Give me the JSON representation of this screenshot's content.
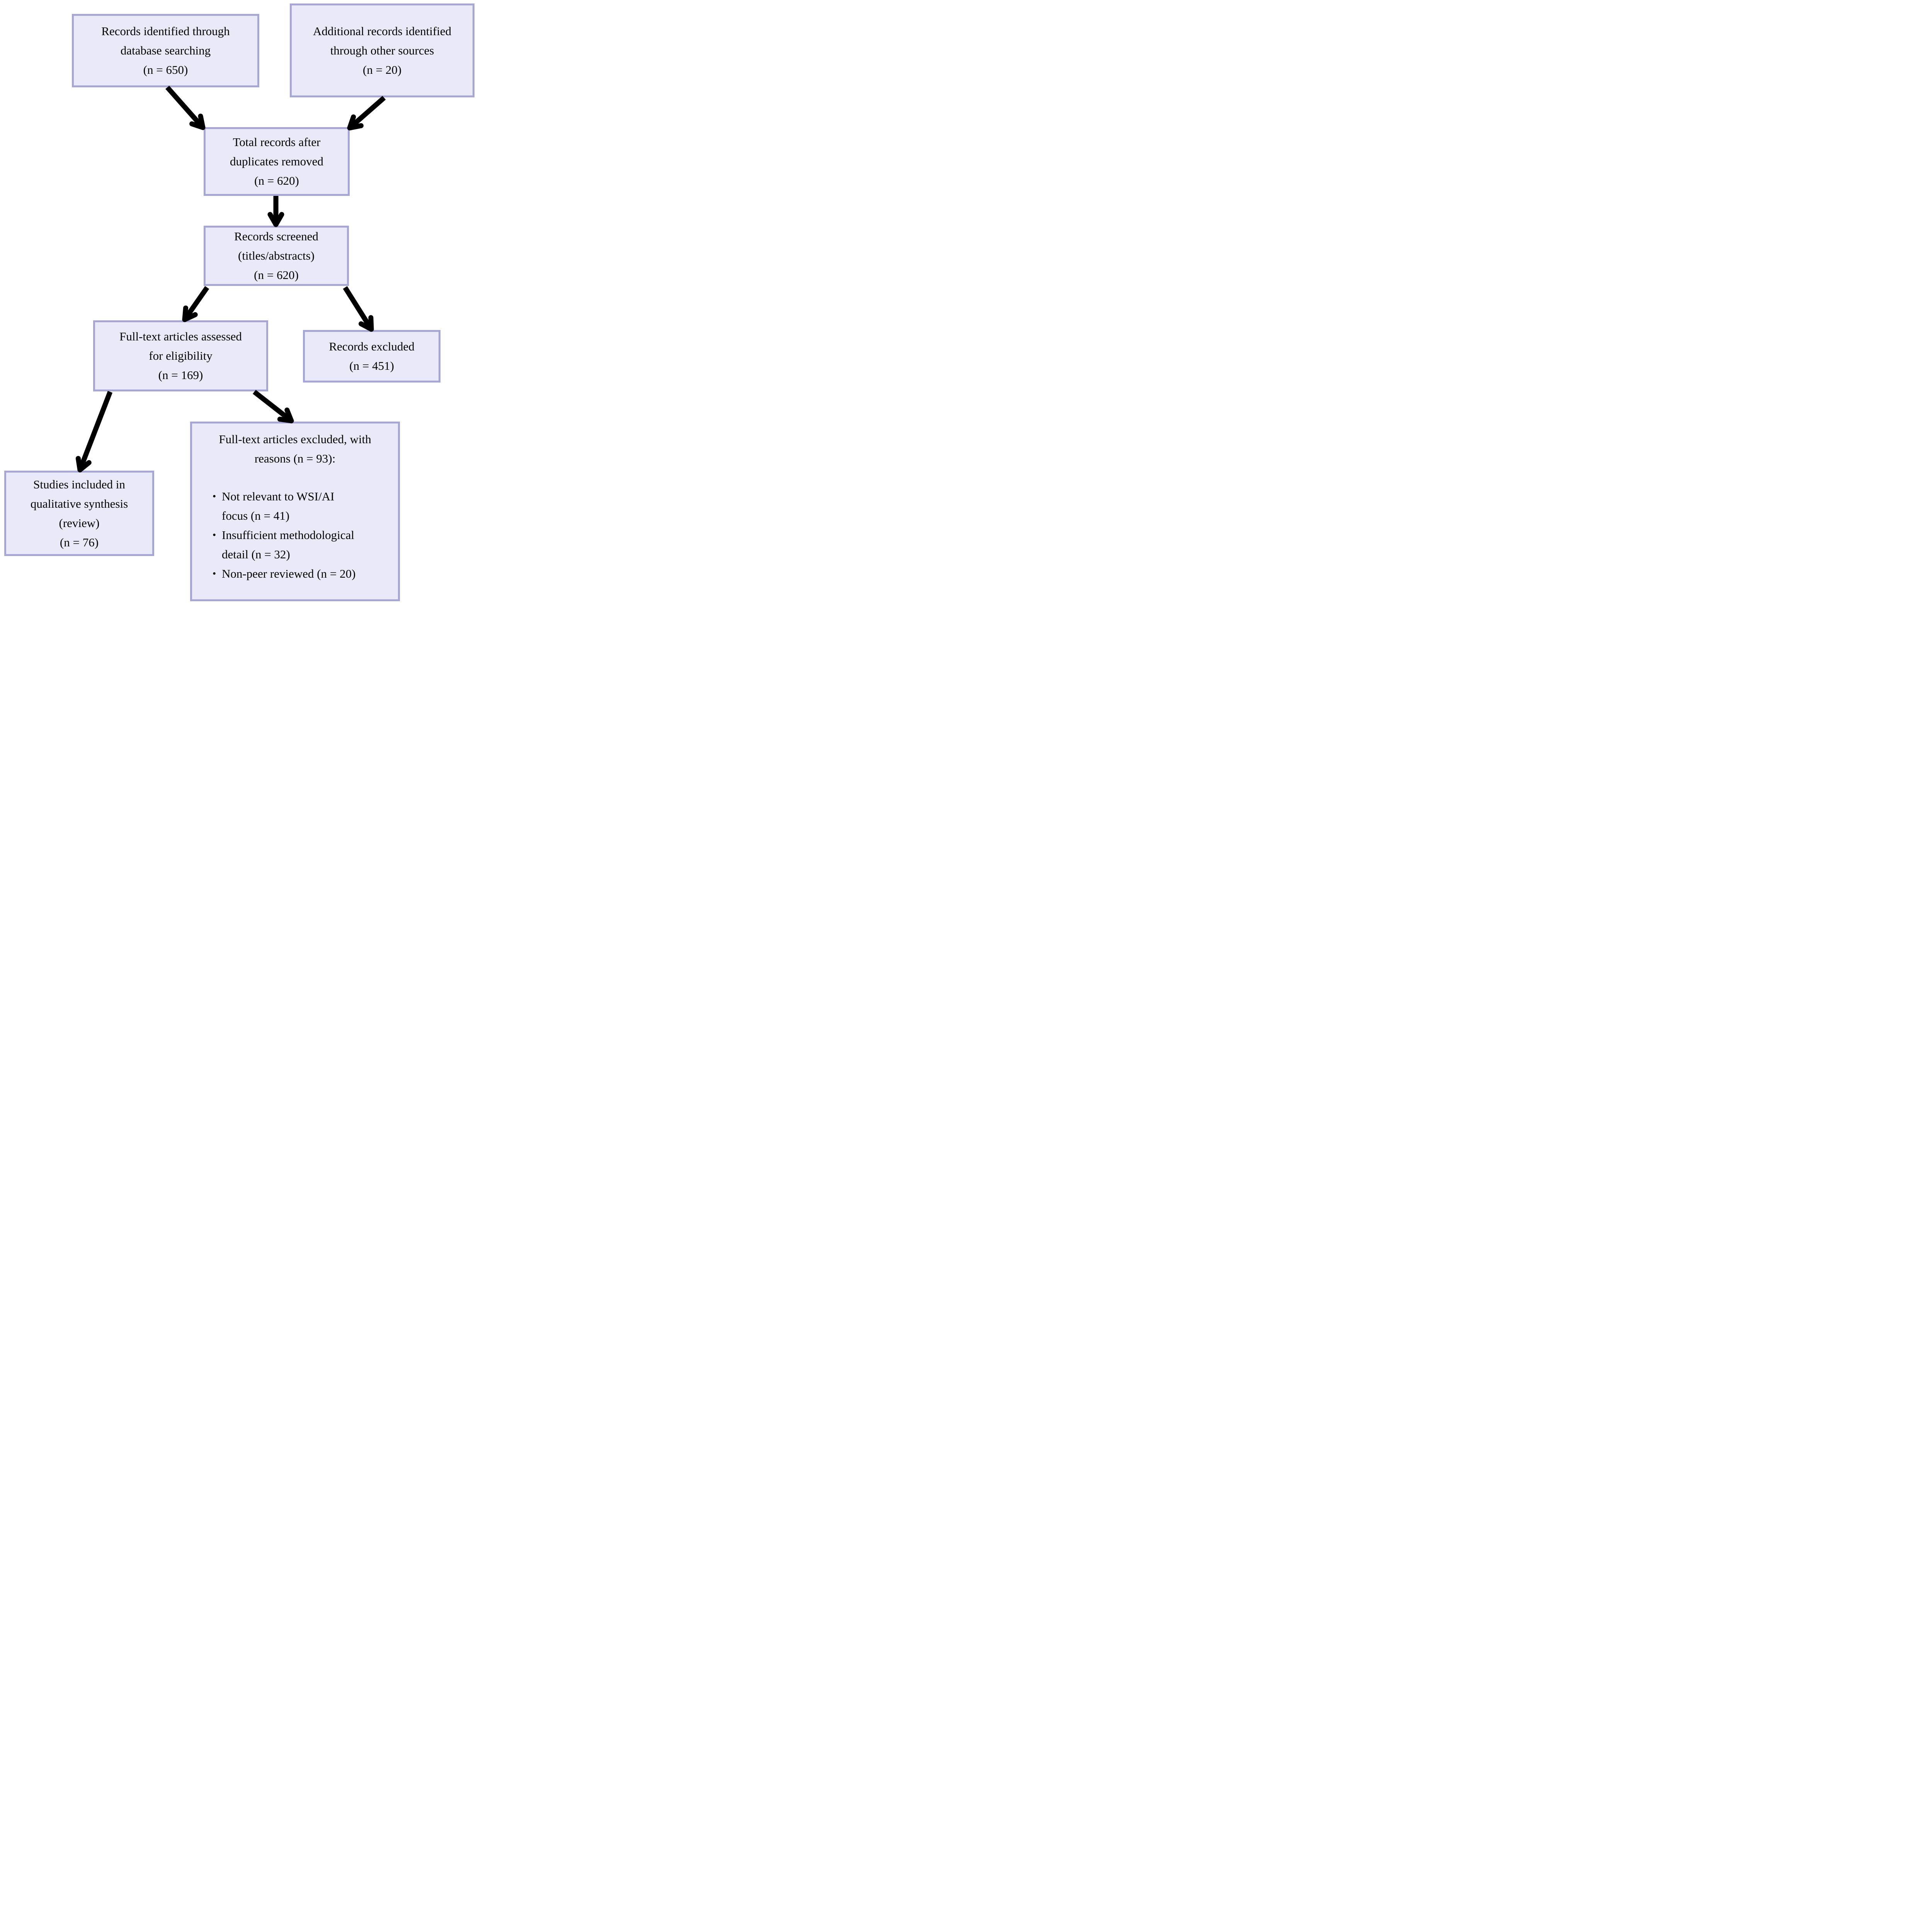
{
  "style": {
    "box_fill": "#e9e9f8",
    "box_border": "#a7a7d6",
    "arrow_color": "#000000",
    "text_color": "#000000",
    "background": "#ffffff"
  },
  "bullet_char": "•",
  "boxes": {
    "identified": {
      "lines": [
        "Records identified through",
        "database searching",
        "(n = 650)"
      ]
    },
    "additional": {
      "lines": [
        "Additional records identified",
        "through other sources",
        "(n = 20)"
      ]
    },
    "deduplicated": {
      "lines": [
        "Total records after",
        "duplicates removed",
        "(n = 620)"
      ]
    },
    "screened": {
      "lines": [
        "Records screened",
        "(titles/abstracts)",
        "(n = 620)"
      ]
    },
    "fulltext_assessed": {
      "lines": [
        "Full-text articles assessed",
        "for eligibility",
        "(n = 169)"
      ]
    },
    "records_excluded": {
      "lines": [
        "Records excluded",
        "(n = 451)"
      ]
    },
    "included": {
      "lines": [
        "Studies included in",
        "qualitative synthesis",
        "(review)",
        "(n = 76)"
      ]
    },
    "fulltext_excluded": {
      "title_lines": [
        "Full-text articles excluded, with",
        "reasons (n = 93):"
      ],
      "bullets": [
        {
          "lines": [
            "Not relevant to WSI/AI",
            "focus (n = 41)"
          ]
        },
        {
          "lines": [
            "Insufficient methodological",
            "detail (n = 32)"
          ]
        },
        {
          "lines": [
            "Non-peer reviewed (n = 20)"
          ]
        }
      ]
    }
  }
}
